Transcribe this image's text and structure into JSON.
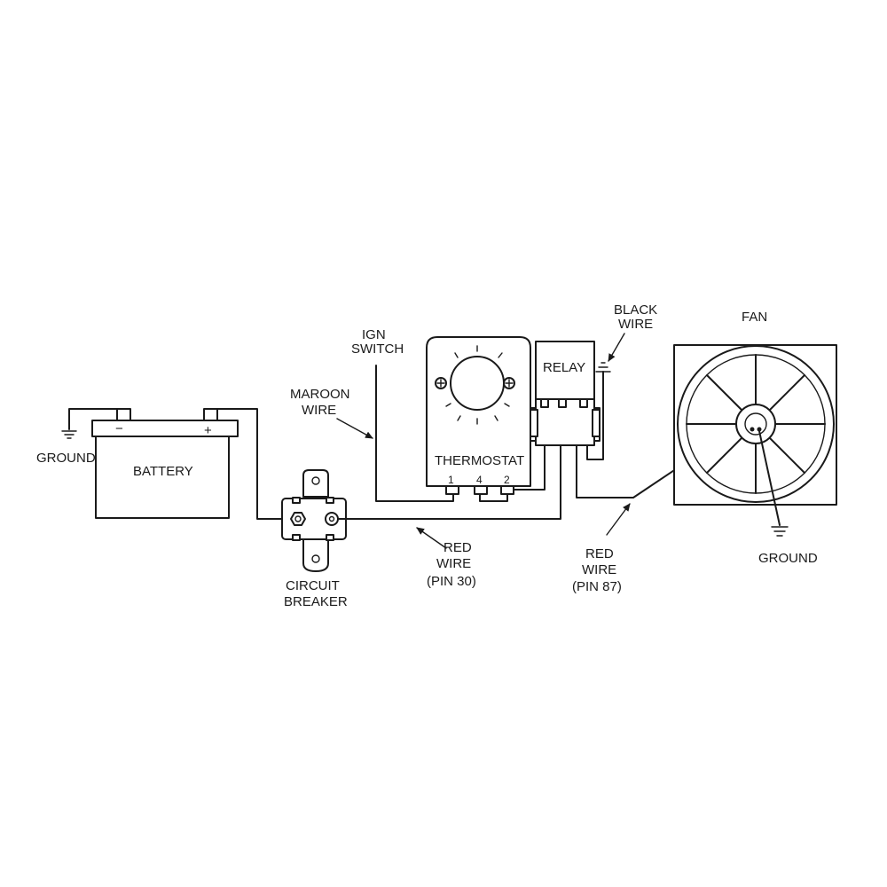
{
  "labels": {
    "ground_left": "GROUND",
    "battery": "BATTERY",
    "battery_neg": "−",
    "battery_pos": "+",
    "maroon_1": "MAROON",
    "maroon_2": "WIRE",
    "ign_1": "IGN",
    "ign_2": "SWITCH",
    "thermostat": "THERMOSTAT",
    "term_1": "1",
    "term_4": "4",
    "term_2": "2",
    "relay": "RELAY",
    "black_1": "BLACK",
    "black_2": "WIRE",
    "fan": "FAN",
    "ground_right": "GROUND",
    "cb_1": "CIRCUIT",
    "cb_2": "BREAKER",
    "red30_1": "RED",
    "red30_2": "WIRE",
    "red30_3": "(PIN 30)",
    "red87_1": "RED",
    "red87_2": "WIRE",
    "red87_3": "(PIN 87)"
  },
  "colors": {
    "ink": "#1a1a1a",
    "paper": "#ffffff"
  }
}
